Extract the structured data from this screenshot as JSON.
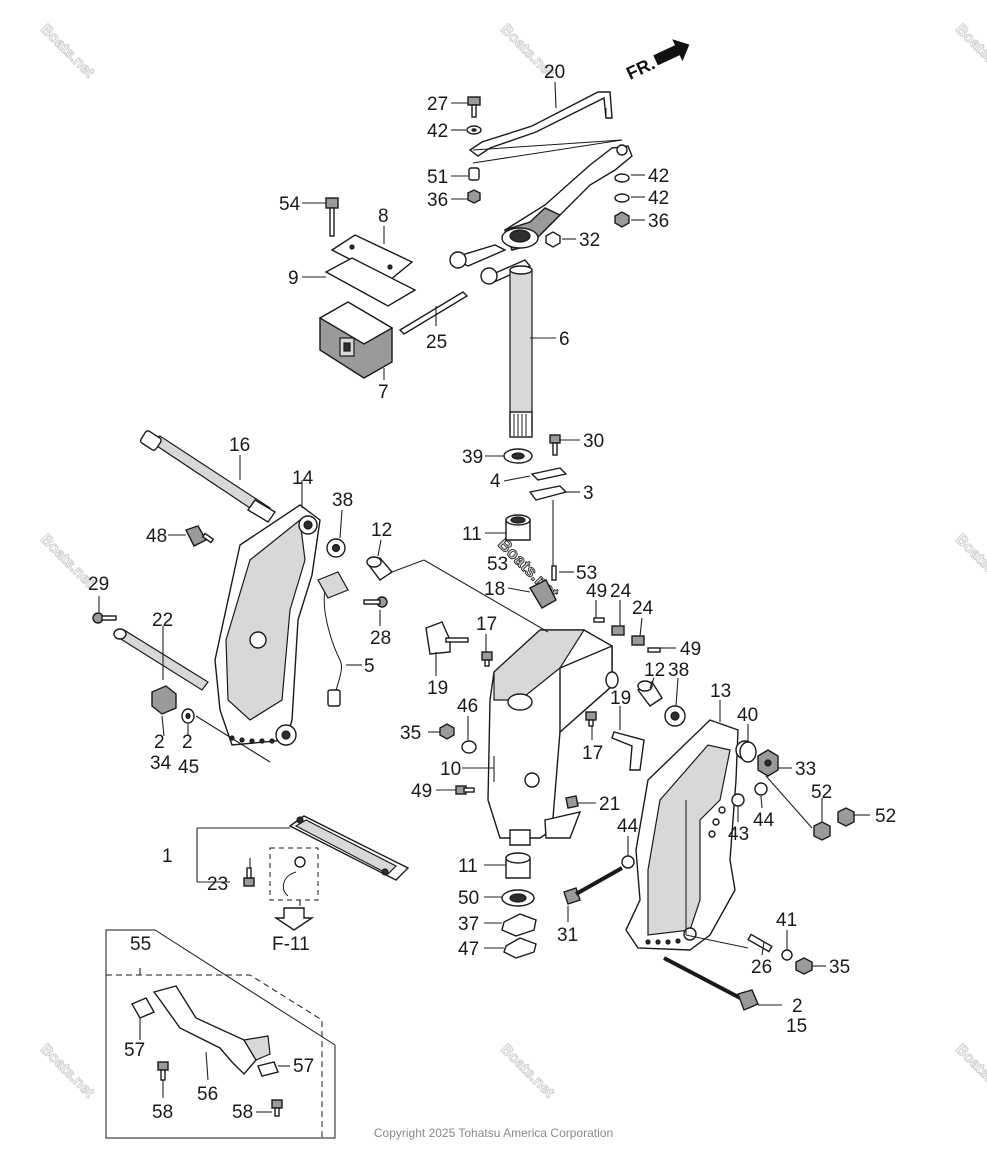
{
  "watermark": "Boats.net",
  "direction_label": "FR.",
  "reference_label": "F-11",
  "copyright": "Copyright 2025 Tohatsu America Corporation",
  "callouts": {
    "c1": "1",
    "c2a": "2",
    "c2b": "2",
    "c2c": "2",
    "c3": "3",
    "c4": "4",
    "c5": "5",
    "c6": "6",
    "c7": "7",
    "c8": "8",
    "c9": "9",
    "c10": "10",
    "c11a": "11",
    "c11b": "11",
    "c12a": "12",
    "c12b": "12",
    "c13": "13",
    "c14": "14",
    "c15": "15",
    "c16": "16",
    "c17a": "17",
    "c17b": "17",
    "c18": "18",
    "c19a": "19",
    "c19b": "19",
    "c20": "20",
    "c21": "21",
    "c22": "22",
    "c23": "23",
    "c24a": "24",
    "c24b": "24",
    "c25": "25",
    "c26": "26",
    "c27": "27",
    "c28": "28",
    "c29": "29",
    "c30": "30",
    "c31": "31",
    "c32": "32",
    "c33": "33",
    "c34": "34",
    "c35a": "35",
    "c35b": "35",
    "c36a": "36",
    "c36b": "36",
    "c37": "37",
    "c38a": "38",
    "c38b": "38",
    "c39": "39",
    "c40": "40",
    "c41": "41",
    "c42a": "42",
    "c42b": "42",
    "c42c": "42",
    "c43": "43",
    "c44a": "44",
    "c44b": "44",
    "c45": "45",
    "c46": "46",
    "c47": "47",
    "c48": "48",
    "c49a": "49",
    "c49b": "49",
    "c49c": "49",
    "c50": "50",
    "c51": "51",
    "c52a": "52",
    "c52b": "52",
    "c53a": "53",
    "c53b": "53",
    "c54": "54",
    "c55": "55",
    "c56": "56",
    "c57a": "57",
    "c57b": "57",
    "c58a": "58",
    "c58b": "58"
  }
}
